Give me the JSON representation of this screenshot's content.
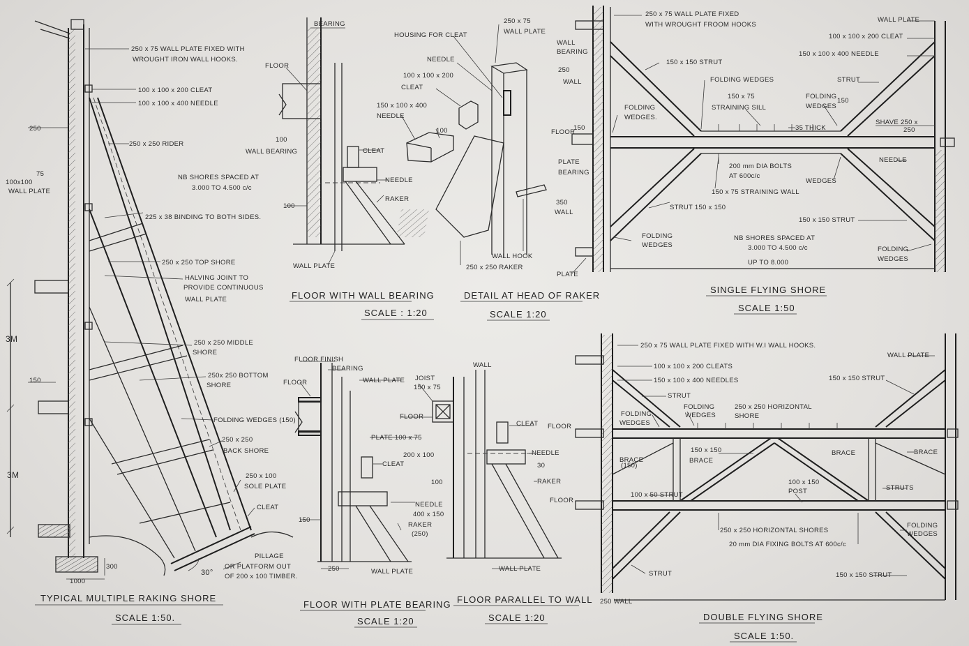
{
  "raking": {
    "title": "TYPICAL MULTIPLE RAKING SHORE",
    "scale": "SCALE 1:50.",
    "labels": {
      "wall_plate": "250 x 75 WALL PLATE FIXED WITH",
      "wall_plate_2": "WROUGHT IRON WALL HOOKS.",
      "cleat": "100 x 100 x 200 CLEAT",
      "needle": "100 x 100 x 400 NEEDLE",
      "dim_250": "250",
      "rider": "250 x 250 RIDER",
      "dim_75": "75",
      "wallplate_100": "100x100",
      "wallplate_word": "WALL PLATE",
      "nb1": "NB SHORES SPACED AT",
      "nb2": "3.000 TO 4.500 c/c",
      "binding": "225 x 38 BINDING TO BOTH SIDES.",
      "top_shore": "250 x 250 TOP SHORE",
      "halving1": "HALVING JOINT TO",
      "halving2": "PROVIDE CONTINUOUS",
      "halving3": "WALL PLATE",
      "dim_3m_a": "3M",
      "middle1": "250 x 250 MIDDLE",
      "middle2": "SHORE",
      "dim_150": "150",
      "bottom1": "250x 250 BOTTOM",
      "bottom2": "SHORE",
      "folding": "FOLDING WEDGES (150)",
      "back1": "250 x 250",
      "back2": "BACK SHORE",
      "dim_3m_b": "3M",
      "sole1": "250 x 100",
      "sole2": "SOLE PLATE",
      "cleat2": "CLEAT",
      "pillage": "PILLAGE",
      "platform1": "OR PLATFORM OUT",
      "platform2": "OF 200 x 100 TIMBER.",
      "dim_300": "300",
      "dim_1000": "1000",
      "angle": "30°"
    }
  },
  "floor_wall_bearing": {
    "title": "FLOOR WITH WALL BEARING",
    "scale": "SCALE : 1:20",
    "labels": {
      "bearing": "BEARING",
      "floor": "FLOOR",
      "dim_100a": "100",
      "wall_bearing": "WALL BEARING",
      "cleat": "CLEAT",
      "needle": "NEEDLE",
      "raker": "RAKER",
      "dim_100b": "100",
      "wall_plate": "WALL PLATE"
    }
  },
  "head_of_raker": {
    "title": "DETAIL AT HEAD OF RAKER",
    "scale": "SCALE 1:20",
    "labels": {
      "housing": "HOUSING FOR CLEAT",
      "wallplate_size": "250 x 75",
      "wallplate": "WALL PLATE",
      "needle": "NEEDLE",
      "cleat_size": "100 x 100 x 200",
      "cleat": "CLEAT",
      "needle_size": "150 x 100 x 400",
      "needle2": "NEEDLE",
      "dim_100": "100",
      "wall_hook": "WALL HOOK",
      "raker": "250 x 250 RAKER"
    }
  },
  "single_flying": {
    "title": "SINGLE FLYING SHORE",
    "scale": "SCALE 1:50",
    "labels": {
      "plate_fixed1": "250 x 75 WALL PLATE FIXED",
      "plate_fixed2": "WITH WROUGHT FROOM HOOKS",
      "wall_plate_r": "WALL PLATE",
      "cleat_r": "100 x 100 x 200 CLEAT",
      "needle_r": "150 x 100 x 400 NEEDLE",
      "wall_bearing": "WALL",
      "wall_bearing2": "BEARING",
      "dim_250": "250",
      "wall_250": "WALL",
      "strut_top": "150 x 150 STRUT",
      "folding_wedges": "FOLDING WEDGES",
      "strut_r": "STRUT",
      "sill_size": "150 x 75",
      "straining_sill": "STRAINING SILL",
      "folding_r1": "FOLDING",
      "folding_r2": "WEDGES",
      "dim_150": "150",
      "folding_l1": "FOLDING",
      "folding_l2": "WEDGES.",
      "floor": "FLOOR",
      "dim_150b": "150",
      "thick": "35 THICK",
      "shave1": "SHAVE 250 x",
      "shave2": "250",
      "plate": "PLATE",
      "bearing": "BEARING",
      "bolts1": "200 mm DIA BOLTS",
      "bolts2": "AT 600c/c",
      "needle_lbl": "NEEDLE",
      "wedges": "WEDGES",
      "straining_wall": "150 x 75 STRAINING WALL",
      "dim_350": "350",
      "wall_350": "WALL",
      "strut_bottom": "STRUT 150 x 150",
      "strut_br": "150 x 150 STRUT",
      "folding_bl1": "FOLDING",
      "folding_bl2": "WEDGES",
      "nb1": "NB SHORES SPACED AT",
      "nb2": "3.000 TO 4.500 c/c",
      "upto": "UP TO 8.000",
      "folding_br1": "FOLDING",
      "folding_br2": "WEDGES",
      "plate_b": "PLATE"
    }
  },
  "floor_plate_bearing": {
    "title": "FLOOR WITH PLATE BEARING",
    "scale": "SCALE 1:20",
    "labels": {
      "floor_finish": "FLOOR FINISH",
      "bearing": "BEARING",
      "floor": "FLOOR",
      "wall_plate": "WALL PLATE",
      "plate": "PLATE 100 x 75",
      "cleat": "CLEAT",
      "needle1": "NEEDLE",
      "needle2": "400 x 150",
      "dim_150": "150",
      "raker1": "RAKER",
      "raker2": "(250)",
      "dim_250": "250",
      "wall_plate_b": "WALL PLATE"
    }
  },
  "floor_parallel": {
    "title": "FLOOR PARALLEL TO WALL",
    "scale": "SCALE 1:20",
    "labels": {
      "joist1": "JOIST",
      "joist2": "150 x 75",
      "wall": "WALL",
      "floor": "FLOOR",
      "cleat": "CLEAT",
      "floor_r": "FLOOR",
      "dim_200": "200 x 100",
      "needle": "NEEDLE",
      "dim_30": "30",
      "dim_100": "100",
      "raker": "RAKER",
      "floor_b": "FLOOR",
      "wall_plate": "WALL PLATE"
    }
  },
  "double_flying": {
    "title": "DOUBLE FLYING SHORE",
    "scale": "SCALE 1:50.",
    "labels": {
      "plate_fixed": "250 x 75 WALL PLATE FIXED WITH W.I WALL HOOKS.",
      "cleats": "100 x 100 x 200 CLEATS",
      "needles": "150 x 100 x 400 NEEDLES",
      "wall_plate_r": "WALL PLATE",
      "strut_r": "150 x 150 STRUT",
      "strut": "STRUT",
      "folding_l1": "FOLDING",
      "folding_l2": "WEDGES",
      "folding_m1": "FOLDING",
      "folding_m2": "WEDGES",
      "horiz1": "250 x 250 HORIZONTAL",
      "horiz2": "SHORE",
      "brace_size": "150 x 150",
      "brace_m": "BRACE",
      "brace_r": "BRACE",
      "brace_rr": "BRACE",
      "brace_l1": "BRACE",
      "brace_l2": "(150)",
      "post1": "100 x 150",
      "post2": "POST",
      "strut_l": "100 x 50 STRUT",
      "struts": "STRUTS",
      "horiz_shores": "250 x 250 HORIZONTAL SHORES",
      "bolts": "20 mm DIA FIXING BOLTS AT 600c/c",
      "folding_r1": "FOLDING",
      "folding_r2": "WEDGES",
      "strut_b": "STRUT",
      "strut_br": "150 x 150 STRUT",
      "wall": "250 WALL"
    }
  }
}
